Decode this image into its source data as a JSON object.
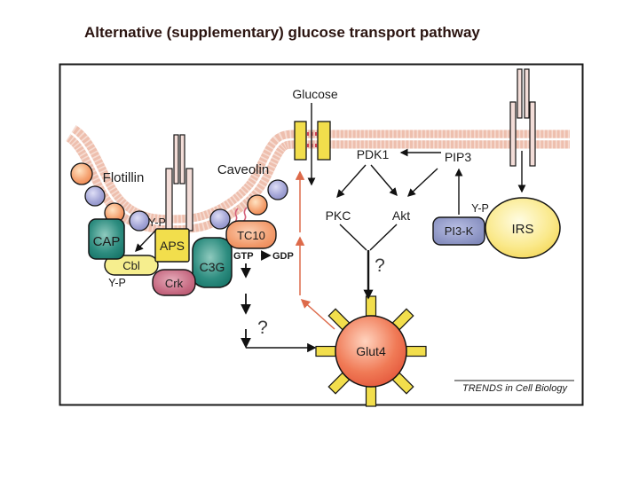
{
  "title": "Alternative (supplementary) glucose transport pathway",
  "colors": {
    "title_text": "#2b1410",
    "membrane": "#eebfae",
    "flotillin_label": "#e0795e",
    "caveolin_label": "#7d7db8",
    "receptor_fill": "#f3ddd8",
    "transporter_yellow": "#f2de4c",
    "aps_yellow": "#f2de4c",
    "cbl_yellow": "#f6ee8e",
    "spike_yellow": "#f2de4c",
    "membrane_channel_red": "#cf4455",
    "lipid_anchor_pink": "#d4607a",
    "recycle_arrow": "#dd6a4a",
    "arrow_black": "#111111",
    "pi3k_text": "#ffffff",
    "irs_text": "#6b6b5a"
  },
  "diagram": {
    "membrane": {
      "flotillin": "Flotillin",
      "caveolin": "Caveolin"
    },
    "glucose": "Glucose",
    "nodes": {
      "pdk1": "PDK1",
      "pip3": "PIP3",
      "pkc": "PKC",
      "akt": "Akt",
      "pi3k": "PI3-K",
      "irs": "IRS",
      "cap": "CAP",
      "aps": "APS",
      "cbl": "Cbl",
      "crk": "Crk",
      "c3g": "C3G",
      "tc10": "TC10",
      "glut4": "Glut4"
    },
    "tags": {
      "phospho": "Y-P",
      "gtp": "GTP",
      "gdp": "GDP",
      "unknown": "?"
    },
    "credit": "TRENDS in Cell Biology"
  }
}
